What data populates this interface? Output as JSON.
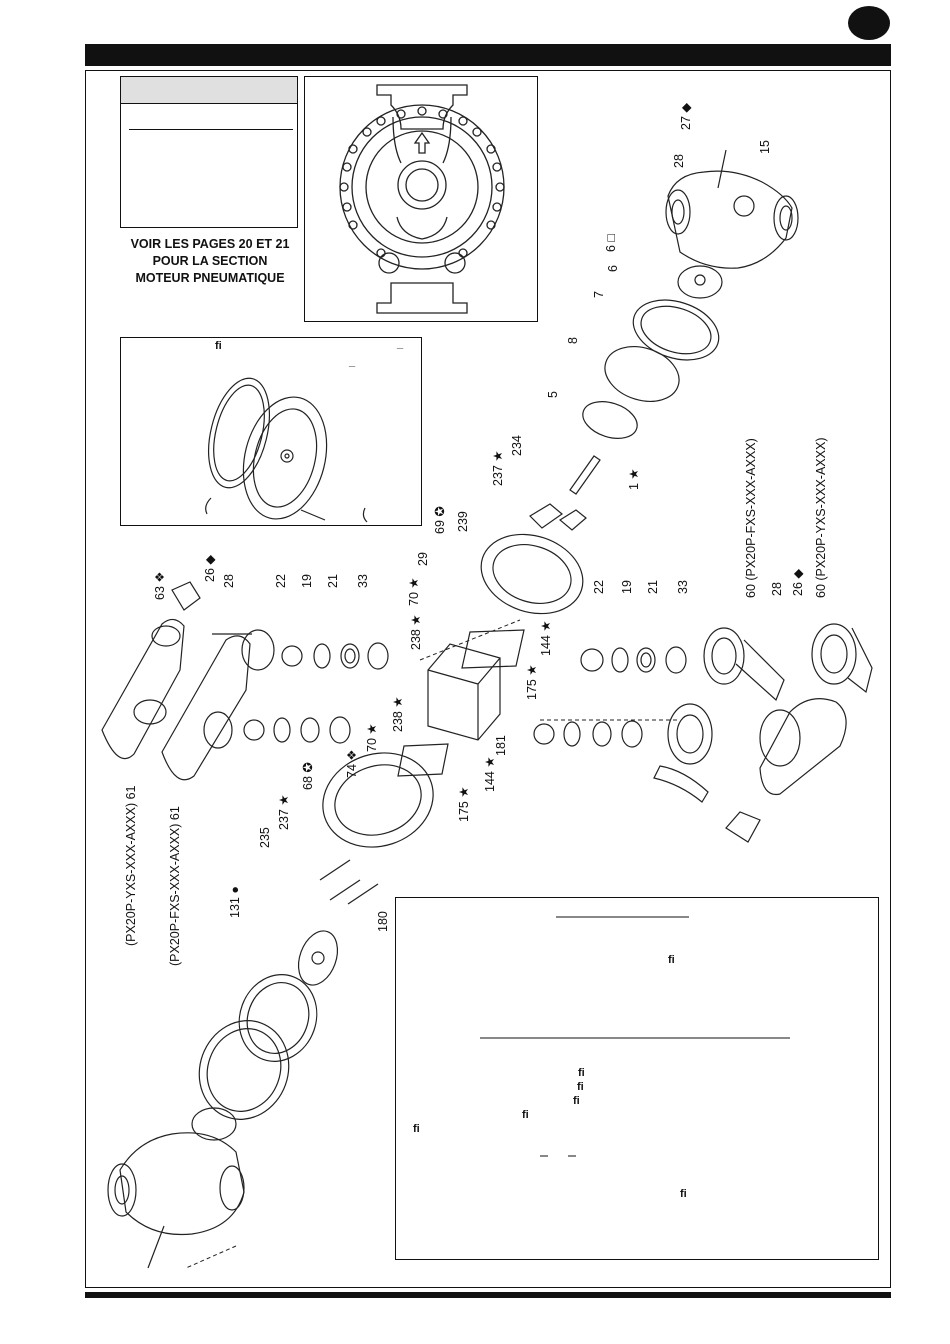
{
  "see_note": {
    "line1": "VOIR LES PAGES 20 ET 21",
    "line2": "POUR LA SECTION",
    "line3": "MOTEUR PNEUMATIQUE"
  },
  "glyph_fi": "ﬁ",
  "glyph_dash": "_",
  "part_labels": [
    {
      "text": "27",
      "sym": "◆"
    },
    {
      "text": "28",
      "sym": ""
    },
    {
      "text": "15",
      "sym": ""
    },
    {
      "text": "6",
      "sym": "□"
    },
    {
      "text": "6",
      "sym": ""
    },
    {
      "text": "7",
      "sym": ""
    },
    {
      "text": "8",
      "sym": ""
    },
    {
      "text": "5",
      "sym": ""
    },
    {
      "text": "1",
      "sym": "★"
    },
    {
      "text": "234",
      "sym": ""
    },
    {
      "text": "237",
      "sym": "★"
    },
    {
      "text": "239",
      "sym": ""
    },
    {
      "text": "69",
      "sym": "✪"
    },
    {
      "text": "29",
      "sym": ""
    },
    {
      "text": "70",
      "sym": "★"
    },
    {
      "text": "238",
      "sym": "★"
    },
    {
      "text": "238",
      "sym": "★"
    },
    {
      "text": "70",
      "sym": "★"
    },
    {
      "text": "74",
      "sym": "❖"
    },
    {
      "text": "68",
      "sym": "✪"
    },
    {
      "text": "237",
      "sym": "★"
    },
    {
      "text": "235",
      "sym": ""
    },
    {
      "text": "131",
      "sym": "●"
    },
    {
      "text": "180",
      "sym": ""
    },
    {
      "text": "181",
      "sym": ""
    },
    {
      "text": "144",
      "sym": "★"
    },
    {
      "text": "144",
      "sym": "★"
    },
    {
      "text": "175",
      "sym": "★"
    },
    {
      "text": "175",
      "sym": "★"
    },
    {
      "text": "63",
      "sym": "❖"
    },
    {
      "text": "26",
      "sym": "◆"
    },
    {
      "text": "28",
      "sym": ""
    },
    {
      "text": "22",
      "sym": ""
    },
    {
      "text": "19",
      "sym": ""
    },
    {
      "text": "21",
      "sym": ""
    },
    {
      "text": "33",
      "sym": ""
    },
    {
      "text": "22",
      "sym": ""
    },
    {
      "text": "19",
      "sym": ""
    },
    {
      "text": "21",
      "sym": ""
    },
    {
      "text": "33",
      "sym": ""
    },
    {
      "text": "28",
      "sym": ""
    },
    {
      "text": "26",
      "sym": "◆"
    }
  ],
  "model_labels": [
    "(PX20P-YXS-XXX-AXXX) 61",
    "(PX20P-FXS-XXX-AXXX) 61",
    "60 (PX20P-FXS-XXX-AXXX)",
    "60 (PX20P-YXS-XXX-AXXX)"
  ]
}
